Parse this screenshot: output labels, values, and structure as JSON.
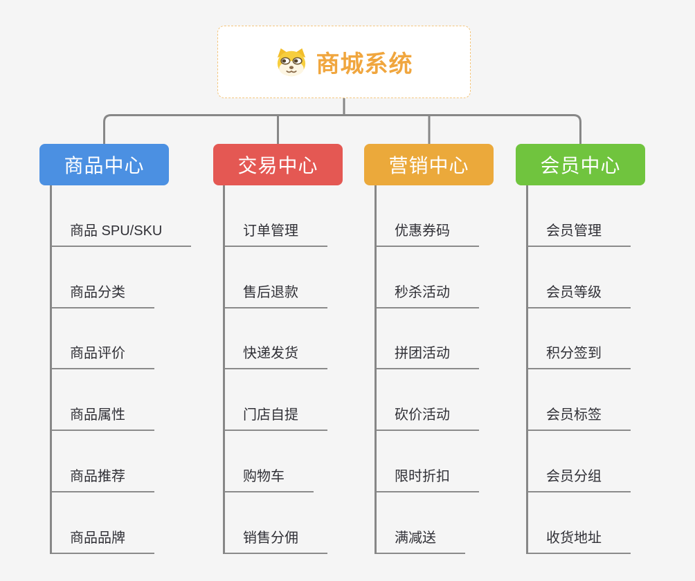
{
  "background_color": "#F5F5F5",
  "connector_color": "#878787",
  "underline_color": "#8A8A8A",
  "root": {
    "title": "商城系统",
    "title_color": "#F0A63E",
    "border_color": "#F3C57C",
    "icon": "shiba-dog-icon"
  },
  "branches": [
    {
      "label": "商品中心",
      "color": "#4B90E2",
      "items": [
        "商品 SPU/SKU",
        "商品分类",
        "商品评价",
        "商品属性",
        "商品推荐",
        "商品品牌"
      ]
    },
    {
      "label": "交易中心",
      "color": "#E45853",
      "items": [
        "订单管理",
        "售后退款",
        "快递发货",
        "门店自提",
        "购物车",
        "销售分佣"
      ]
    },
    {
      "label": "营销中心",
      "color": "#EBA93B",
      "items": [
        "优惠券码",
        "秒杀活动",
        "拼团活动",
        "砍价活动",
        "限时折扣",
        "满减送"
      ]
    },
    {
      "label": "会员中心",
      "color": "#70C43E",
      "items": [
        "会员管理",
        "会员等级",
        "积分签到",
        "会员标签",
        "会员分组",
        "收货地址"
      ]
    }
  ]
}
